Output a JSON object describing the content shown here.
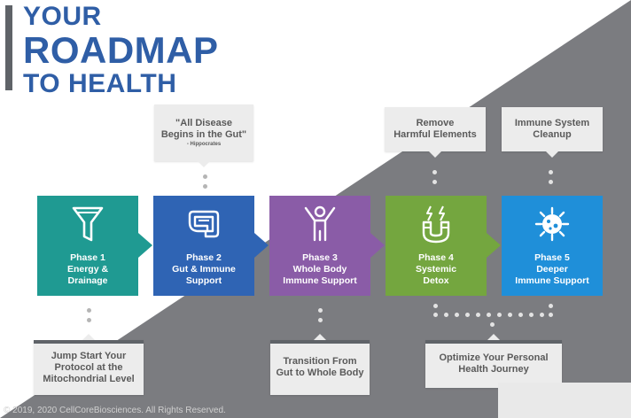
{
  "title": {
    "line1": "YOUR",
    "line2": "ROADMAP",
    "line3": "TO HEALTH"
  },
  "top_callouts": [
    {
      "line1": "\"All Disease",
      "line2": "Begins in the Gut\"",
      "attribution": "- Hippocrates"
    },
    {
      "line1": "Remove",
      "line2": "Harmful Elements"
    },
    {
      "line1": "Immune System",
      "line2": "Cleanup"
    }
  ],
  "phases": [
    {
      "lines": [
        "Phase 1",
        "Energy &",
        "Drainage"
      ],
      "color": "#1f9a92",
      "icon": "funnel-icon"
    },
    {
      "lines": [
        "Phase 2",
        "Gut & Immune",
        "Support"
      ],
      "color": "#2f64b4",
      "icon": "intestine-icon"
    },
    {
      "lines": [
        "Phase 3",
        "Whole Body",
        "Immune Support"
      ],
      "color": "#8a5ca7",
      "icon": "person-raised-arms-icon"
    },
    {
      "lines": [
        "Phase 4",
        "Systemic",
        "Detox"
      ],
      "color": "#74a63f",
      "icon": "magnet-icon"
    },
    {
      "lines": [
        "Phase 5",
        "Deeper",
        "Immune Support"
      ],
      "color": "#1f8fd9",
      "icon": "virus-icon"
    }
  ],
  "bottom_callouts": [
    {
      "line1": "Jump Start Your",
      "line2": "Protocol at the",
      "line3": "Mitochondrial Level"
    },
    {
      "line1": "Transition From",
      "line2": "Gut to Whole Body"
    },
    {
      "line1": "Optimize Your Personal",
      "line2": "Health Journey"
    }
  ],
  "copyright": "© 2019, 2020 CellCoreBiosciences.  All Rights Reserved.",
  "colors": {
    "title": "#2f5ea6",
    "background_dark": "#7b7c80",
    "callout": "#ececec"
  }
}
